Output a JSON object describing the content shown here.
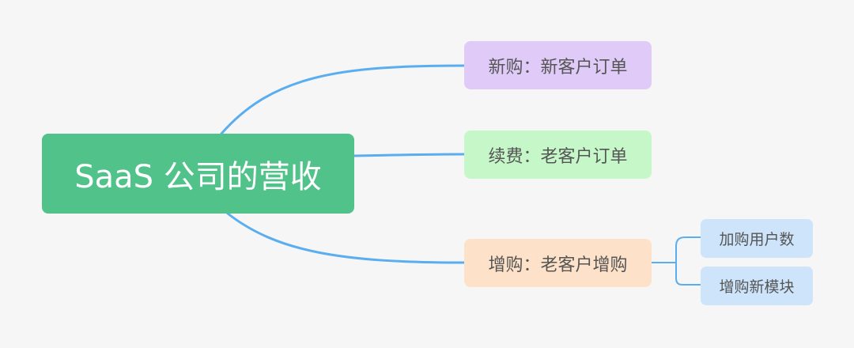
{
  "root": {
    "label": "SaaS 公司的营收",
    "color": "#51c38a"
  },
  "branches": [
    {
      "label": "新购：新客户订单",
      "color": "#dfcaf8"
    },
    {
      "label": "续费：老客户订单",
      "color": "#c6f7c9"
    },
    {
      "label": "增购：老客户增购",
      "color": "#fde2c9"
    }
  ],
  "leaves": [
    {
      "label": "加购用户数",
      "color": "#cde4fb"
    },
    {
      "label": "增购新模块",
      "color": "#cde4fb"
    }
  ],
  "connector_color": "#5aaef0"
}
